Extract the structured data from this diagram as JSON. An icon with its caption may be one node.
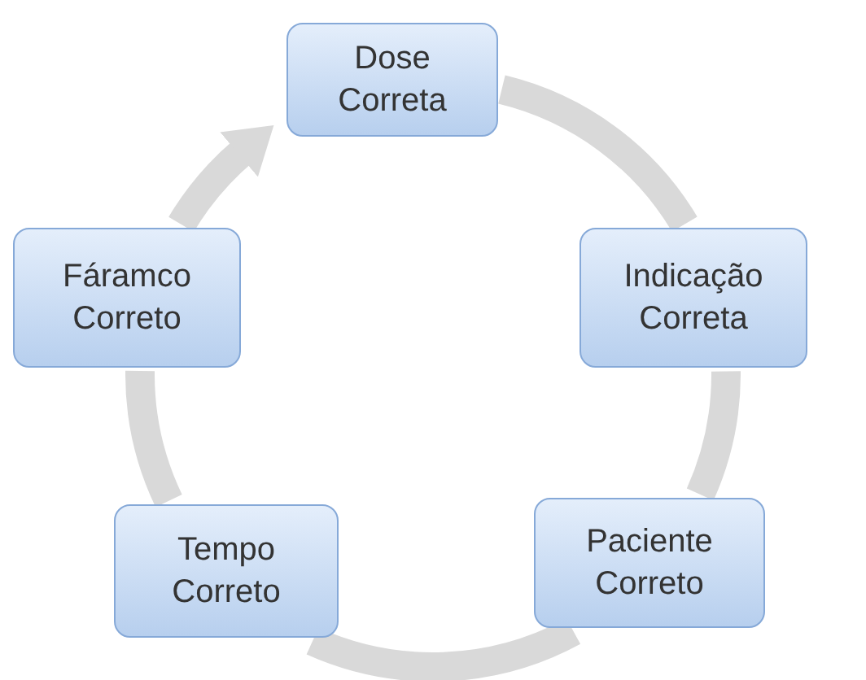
{
  "diagram": {
    "nodes": [
      {
        "text": [
          "Dose Correta"
        ]
      },
      {
        "text": [
          "Indicação Correta"
        ]
      },
      {
        "text": [
          "Paciente Correto"
        ]
      },
      {
        "text": [
          "Tempo Correto"
        ]
      },
      {
        "text": [
          "Fáramco Correto"
        ]
      }
    ],
    "edges": [
      {
        "from": 0,
        "to": 1,
        "arrow": "none"
      },
      {
        "from": 1,
        "to": 2,
        "arrow": "none"
      },
      {
        "from": 2,
        "to": 3,
        "arrow": "none"
      },
      {
        "from": 3,
        "to": 4,
        "arrow": "none"
      },
      {
        "from": 4,
        "to": 0,
        "arrow": "to"
      }
    ]
  }
}
